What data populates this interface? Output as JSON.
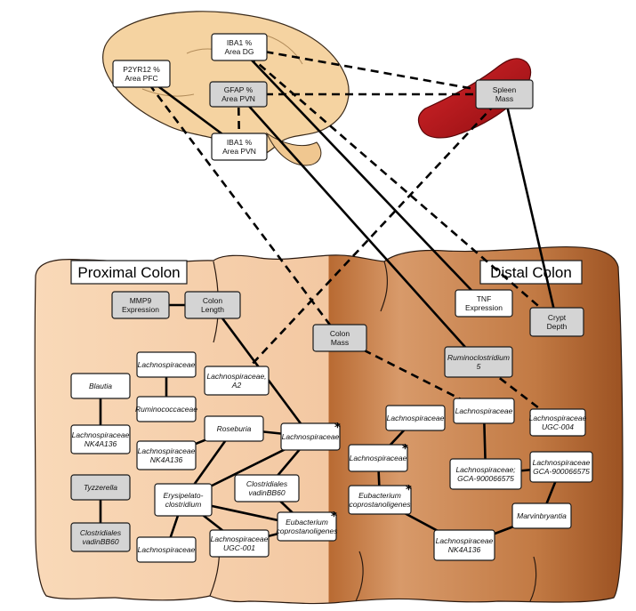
{
  "sections": {
    "proximal": "Proximal Colon",
    "distal": "Distal Colon"
  },
  "colors": {
    "brain": "#f5d3a1",
    "spleen": "#c0161b",
    "proximal_colon": "#f7cda8",
    "distal_colon": "#b5652c",
    "node_white": "#ffffff",
    "node_grey": "#d4d4d4"
  },
  "icons": [
    "brain-illustration",
    "spleen-illustration",
    "colon-illustration"
  ],
  "nodes": [
    {
      "id": "p2yr12",
      "lines": [
        "P2YR12 %",
        "Area PFC"
      ],
      "fill": "white",
      "italic": false
    },
    {
      "id": "iba1dg",
      "lines": [
        "IBA1 %",
        "Area DG"
      ],
      "fill": "white",
      "italic": false
    },
    {
      "id": "gfap",
      "lines": [
        "GFAP %",
        "Area PVN"
      ],
      "fill": "grey",
      "italic": false
    },
    {
      "id": "iba1pvn",
      "lines": [
        "IBA1 %",
        "Area PVN"
      ],
      "fill": "white",
      "italic": false
    },
    {
      "id": "spleen",
      "lines": [
        "Spleen",
        "Mass"
      ],
      "fill": "grey",
      "italic": false
    },
    {
      "id": "mmp9",
      "lines": [
        "MMP9",
        "Expression"
      ],
      "fill": "grey",
      "italic": false
    },
    {
      "id": "colonlen",
      "lines": [
        "Colon",
        "Length"
      ],
      "fill": "grey",
      "italic": false
    },
    {
      "id": "tnf",
      "lines": [
        "TNF",
        "Expression"
      ],
      "fill": "white",
      "italic": false
    },
    {
      "id": "crypt",
      "lines": [
        "Crypt",
        "Depth"
      ],
      "fill": "grey",
      "italic": false
    },
    {
      "id": "colonmass",
      "lines": [
        "Colon",
        "Mass"
      ],
      "fill": "grey",
      "italic": false
    },
    {
      "id": "rumino5",
      "lines": [
        "Ruminoclostridium",
        "5"
      ],
      "fill": "grey",
      "italic": true
    },
    {
      "id": "lachno1",
      "lines": [
        "Lachnospiraceae"
      ],
      "fill": "white",
      "italic": true
    },
    {
      "id": "ruminococ",
      "lines": [
        "Ruminococcaceae"
      ],
      "fill": "white",
      "italic": true
    },
    {
      "id": "lachnoA2",
      "lines": [
        "Lachnospiraceae,",
        "A2"
      ],
      "fill": "white",
      "italic": true
    },
    {
      "id": "blautia",
      "lines": [
        "Blautia"
      ],
      "fill": "white",
      "italic": true
    },
    {
      "id": "nk4a136a",
      "lines": [
        "Lachnospiraceae",
        "NK4A136"
      ],
      "fill": "white",
      "italic": true
    },
    {
      "id": "roseburia",
      "lines": [
        "Roseburia"
      ],
      "fill": "white",
      "italic": true
    },
    {
      "id": "lachnoStarP",
      "lines": [
        "Lachnospiraceae"
      ],
      "fill": "white",
      "italic": true,
      "star": "*"
    },
    {
      "id": "nk4a136b",
      "lines": [
        "Lachnospiraceae",
        "NK4A136"
      ],
      "fill": "white",
      "italic": true
    },
    {
      "id": "tyzzerella",
      "lines": [
        "Tyzzerella"
      ],
      "fill": "grey",
      "italic": true
    },
    {
      "id": "clostvadinP",
      "lines": [
        "Clostridiales",
        "vadinBB60"
      ],
      "fill": "white",
      "italic": true
    },
    {
      "id": "erysip",
      "lines": [
        "Erysipelato-",
        "clostridium"
      ],
      "fill": "white",
      "italic": true
    },
    {
      "id": "eubactP",
      "lines": [
        "Eubacterium",
        "coprostanoligenes"
      ],
      "fill": "white",
      "italic": true,
      "star": "*"
    },
    {
      "id": "clostvadinG",
      "lines": [
        "Clostridiales",
        "vadinBB60"
      ],
      "fill": "grey",
      "italic": true
    },
    {
      "id": "lachnoBot",
      "lines": [
        "Lachnospiraceae"
      ],
      "fill": "white",
      "italic": true
    },
    {
      "id": "ugc001",
      "lines": [
        "Lachnospiraceae",
        "UGC-001"
      ],
      "fill": "white",
      "italic": true
    },
    {
      "id": "lachnoD1",
      "lines": [
        "Lachnospiraceae"
      ],
      "fill": "white",
      "italic": true
    },
    {
      "id": "lachnoD2",
      "lines": [
        "Lachnospiraceae"
      ],
      "fill": "white",
      "italic": true
    },
    {
      "id": "ugc004",
      "lines": [
        "Lachnospiraceae",
        "UGC-004"
      ],
      "fill": "white",
      "italic": true
    },
    {
      "id": "lachnoStarD",
      "lines": [
        "Lachnospiraceae"
      ],
      "fill": "white",
      "italic": true,
      "star": "*"
    },
    {
      "id": "gca1",
      "lines": [
        "Lachnospiraceae;",
        "GCA-900066575"
      ],
      "fill": "white",
      "italic": true
    },
    {
      "id": "gca2",
      "lines": [
        "Lachnospiraceae",
        "GCA-900066575"
      ],
      "fill": "white",
      "italic": true
    },
    {
      "id": "eubactD",
      "lines": [
        "Eubacterium",
        "coprostanoligenes"
      ],
      "fill": "white",
      "italic": true,
      "star": "*"
    },
    {
      "id": "marvin",
      "lines": [
        "Marvinbryantia"
      ],
      "fill": "white",
      "italic": true
    },
    {
      "id": "nk4a136d",
      "lines": [
        "Lachnospiraceae",
        "NK4A136"
      ],
      "fill": "white",
      "italic": true
    }
  ],
  "edges": [
    {
      "from": "p2yr12",
      "to": "iba1pvn",
      "style": "solid"
    },
    {
      "from": "p2yr12",
      "to": "colonmass",
      "style": "dashed"
    },
    {
      "from": "iba1dg",
      "to": "spleen",
      "style": "dashed"
    },
    {
      "from": "iba1dg",
      "to": "tnf",
      "style": "solid"
    },
    {
      "from": "iba1dg",
      "to": "crypt",
      "style": "dashed"
    },
    {
      "from": "gfap",
      "to": "iba1pvn",
      "style": "dashed"
    },
    {
      "from": "gfap",
      "to": "spleen",
      "style": "dashed"
    },
    {
      "from": "gfap",
      "to": "rumino5",
      "style": "solid"
    },
    {
      "from": "spleen",
      "to": "lachnoA2",
      "style": "dashed"
    },
    {
      "from": "spleen",
      "to": "crypt",
      "style": "solid"
    },
    {
      "from": "mmp9",
      "to": "colonlen",
      "style": "solid"
    },
    {
      "from": "colonlen",
      "to": "lachnoStarP",
      "style": "solid"
    },
    {
      "from": "colonmass",
      "to": "lachnoD2",
      "style": "dashed"
    },
    {
      "from": "rumino5",
      "to": "ugc004",
      "style": "dashed"
    },
    {
      "from": "lachno1",
      "to": "ruminococ",
      "style": "solid"
    },
    {
      "from": "blautia",
      "to": "nk4a136a",
      "style": "solid"
    },
    {
      "from": "roseburia",
      "to": "nk4a136b",
      "style": "solid"
    },
    {
      "from": "roseburia",
      "to": "lachnoStarP",
      "style": "solid"
    },
    {
      "from": "roseburia",
      "to": "erysip",
      "style": "solid"
    },
    {
      "from": "lachnoStarP",
      "to": "clostvadinP",
      "style": "solid"
    },
    {
      "from": "lachnoStarP",
      "to": "erysip",
      "style": "solid"
    },
    {
      "from": "clostvadinP",
      "to": "eubactP",
      "style": "solid"
    },
    {
      "from": "erysip",
      "to": "eubactP",
      "style": "solid"
    },
    {
      "from": "erysip",
      "to": "lachnoBot",
      "style": "solid"
    },
    {
      "from": "erysip",
      "to": "ugc001",
      "style": "solid"
    },
    {
      "from": "ugc001",
      "to": "eubactP",
      "style": "solid"
    },
    {
      "from": "tyzzerella",
      "to": "clostvadinG",
      "style": "solid"
    },
    {
      "from": "lachnoD1",
      "to": "lachnoStarD",
      "style": "solid"
    },
    {
      "from": "lachnoStarD",
      "to": "eubactD",
      "style": "solid"
    },
    {
      "from": "lachnoD2",
      "to": "gca1",
      "style": "solid"
    },
    {
      "from": "gca1",
      "to": "gca2",
      "style": "solid"
    },
    {
      "from": "gca2",
      "to": "marvin",
      "style": "solid"
    },
    {
      "from": "marvin",
      "to": "nk4a136d",
      "style": "solid"
    },
    {
      "from": "eubactD",
      "to": "nk4a136d",
      "style": "solid"
    }
  ]
}
